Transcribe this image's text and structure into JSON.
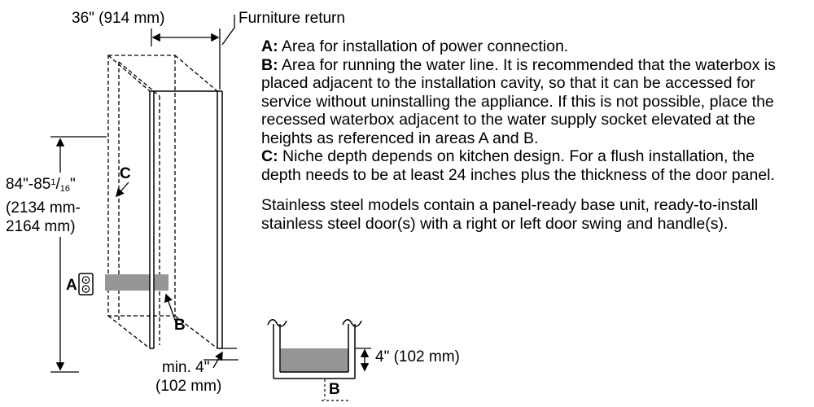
{
  "page": {
    "bg_color": "#ffffff",
    "line_color": "#000000",
    "gray_color": "#969696"
  },
  "niche": {
    "width_dim": "36\" (914 mm)",
    "furniture_return": "Furniture return",
    "height_dim": {
      "pre": "84\"-85",
      "sup": "1",
      "slash": "/",
      "sub": "16",
      "quote": "\"",
      "mm_line1": "(2134 mm-",
      "mm_line2": "2164 mm)"
    },
    "label_a": "A",
    "label_b": "B",
    "label_c": "C",
    "min_clearance_line1": "min. 4\"",
    "min_clearance_line2": "(102 mm)"
  },
  "waterbox": {
    "depth_dim": "4\" (102 mm)",
    "label_b": "B"
  },
  "notes": {
    "a_prefix": "A:",
    "a_text": " Area for installation of power connection.",
    "b_prefix": "B:",
    "b_text": " Area for running the water line. It is recommended that the waterbox is placed adjacent to the installation cavity, so that it can be accessed for service without uninstalling the appliance. If this is not possible, place the recessed waterbox adjacent to the water supply socket elevated at the heights as referenced in areas A and B.",
    "c_prefix": "C:",
    "c_text": " Niche depth depends on kitchen design. For a flush installation, the depth needs to be at least 24 inches plus the thickness of the door panel.",
    "stainless_text": "Stainless steel models contain a panel-ready base unit, ready-to-install stainless steel door(s) with a right or left door swing and handle(s)."
  }
}
